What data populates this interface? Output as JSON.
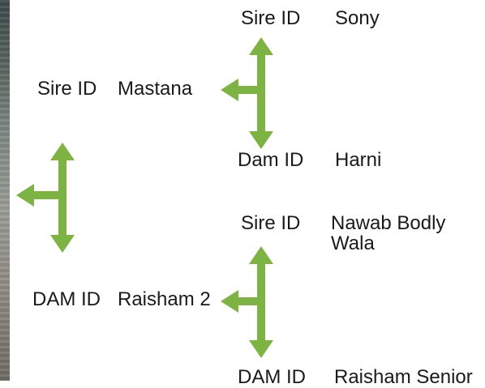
{
  "colors": {
    "arrow": "#7cb342",
    "text": "#1a1a1a",
    "background": "#ffffff"
  },
  "pedigree": {
    "sire": {
      "id_label": "Sire ID",
      "name": "Mastana",
      "sire": {
        "id_label": "Sire ID",
        "name": "Sony"
      },
      "dam": {
        "id_label": "Dam ID",
        "name": "Harni"
      }
    },
    "dam": {
      "id_label": "DAM ID",
      "name": "Raisham 2",
      "sire": {
        "id_label": "Sire ID",
        "name": "Nawab Bodly Wala"
      },
      "dam": {
        "id_label": "DAM ID",
        "name": "Raisham Senior"
      }
    }
  }
}
